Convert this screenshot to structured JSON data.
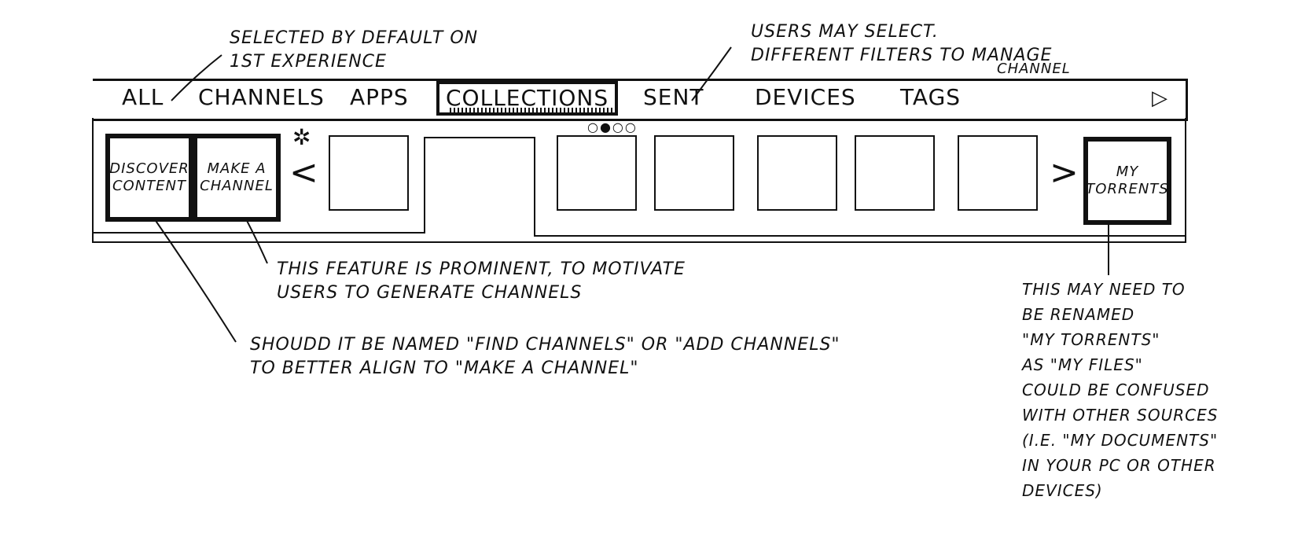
{
  "notes": {
    "default_selected": [
      "SELECTED BY DEFAULT ON",
      "1ST EXPERIENCE"
    ],
    "filters": [
      "USERS MAY SELECT.",
      "DIFFERENT FILTERS TO MANAGE"
    ],
    "filters_channel": "CHANNEL",
    "prominent": [
      "THIS FEATURE IS PROMINENT, TO MOTIVATE",
      "USERS TO GENERATE CHANNELS"
    ],
    "rename_question": [
      "SHOUDD IT BE NAMED \"FIND CHANNELS\" OR \"ADD CHANNELS\"",
      "TO BETTER ALIGN TO \"MAKE A CHANNEL\""
    ],
    "torrents": [
      "THIS MAY NEED TO",
      "BE RENAMED",
      "\"MY TORRENTS\"",
      "AS \"MY FILES\"",
      "COULD BE CONFUSED",
      "WITH OTHER SOURCES",
      "(I.E. \"MY DOCUMENTS\"",
      "IN YOUR PC OR OTHER",
      "DEVICES)"
    ]
  },
  "tabs": [
    "ALL",
    "CHANNELS",
    "APPS",
    "COLLECTIONS",
    "SENT",
    "DEVICES",
    "TAGS"
  ],
  "selected_tab": "COLLECTIONS",
  "tab_next_glyph": "▷",
  "page_dots": "○●○○",
  "panels": {
    "discover": [
      "DISCOVER",
      "CONTENT"
    ],
    "make_channel": [
      "MAKE A",
      "CHANNEL"
    ],
    "my_torrents": [
      "MY",
      "TORRENTS"
    ]
  },
  "arrows": {
    "prev": "<",
    "next": ">"
  },
  "asterisk": "✲"
}
